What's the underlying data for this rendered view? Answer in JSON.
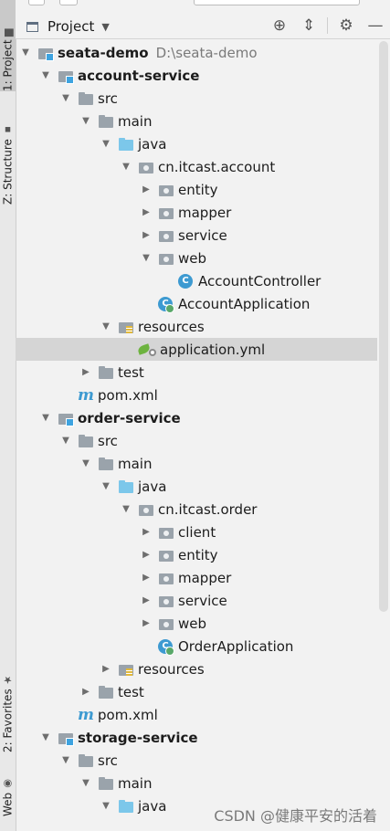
{
  "sidebar": {
    "tabs": [
      {
        "label": "1: Project"
      },
      {
        "label": "Z: Structure"
      },
      {
        "label": "2: Favorites"
      },
      {
        "label": "Web"
      }
    ]
  },
  "toolbar": {
    "project_label": "Project",
    "icons": [
      "crosshair-icon",
      "collapse-icon",
      "gear-icon",
      "minimize-icon"
    ]
  },
  "tree": [
    {
      "label": "seata-demo",
      "extra": "D:\\seata-demo",
      "level": 0,
      "arrow": "down",
      "icon": "module",
      "bold": true
    },
    {
      "label": "account-service",
      "level": 1,
      "arrow": "down",
      "icon": "module",
      "bold": true
    },
    {
      "label": "src",
      "level": 2,
      "arrow": "down",
      "icon": "folder"
    },
    {
      "label": "main",
      "level": 3,
      "arrow": "down",
      "icon": "folder"
    },
    {
      "label": "java",
      "level": 4,
      "arrow": "down",
      "icon": "folder-blue"
    },
    {
      "label": "cn.itcast.account",
      "level": 5,
      "arrow": "down",
      "icon": "package"
    },
    {
      "label": "entity",
      "level": 6,
      "arrow": "right",
      "icon": "package"
    },
    {
      "label": "mapper",
      "level": 6,
      "arrow": "right",
      "icon": "package"
    },
    {
      "label": "service",
      "level": 6,
      "arrow": "right",
      "icon": "package"
    },
    {
      "label": "web",
      "level": 6,
      "arrow": "down",
      "icon": "package"
    },
    {
      "label": "AccountController",
      "level": 7,
      "arrow": "none",
      "icon": "class"
    },
    {
      "label": "AccountApplication",
      "level": 6,
      "arrow": "none",
      "icon": "class-app"
    },
    {
      "label": "resources",
      "level": 4,
      "arrow": "down",
      "icon": "resources"
    },
    {
      "label": "application.yml",
      "level": 5,
      "arrow": "none",
      "icon": "yml",
      "selected": true
    },
    {
      "label": "test",
      "level": 3,
      "arrow": "right",
      "icon": "folder"
    },
    {
      "label": "pom.xml",
      "level": 2,
      "arrow": "none",
      "icon": "maven"
    },
    {
      "label": "order-service",
      "level": 1,
      "arrow": "down",
      "icon": "module",
      "bold": true
    },
    {
      "label": "src",
      "level": 2,
      "arrow": "down",
      "icon": "folder"
    },
    {
      "label": "main",
      "level": 3,
      "arrow": "down",
      "icon": "folder"
    },
    {
      "label": "java",
      "level": 4,
      "arrow": "down",
      "icon": "folder-blue"
    },
    {
      "label": "cn.itcast.order",
      "level": 5,
      "arrow": "down",
      "icon": "package"
    },
    {
      "label": "client",
      "level": 6,
      "arrow": "right",
      "icon": "package"
    },
    {
      "label": "entity",
      "level": 6,
      "arrow": "right",
      "icon": "package"
    },
    {
      "label": "mapper",
      "level": 6,
      "arrow": "right",
      "icon": "package"
    },
    {
      "label": "service",
      "level": 6,
      "arrow": "right",
      "icon": "package"
    },
    {
      "label": "web",
      "level": 6,
      "arrow": "right",
      "icon": "package"
    },
    {
      "label": "OrderApplication",
      "level": 6,
      "arrow": "none",
      "icon": "class-app"
    },
    {
      "label": "resources",
      "level": 4,
      "arrow": "right",
      "icon": "resources"
    },
    {
      "label": "test",
      "level": 3,
      "arrow": "right",
      "icon": "folder"
    },
    {
      "label": "pom.xml",
      "level": 2,
      "arrow": "none",
      "icon": "maven"
    },
    {
      "label": "storage-service",
      "level": 1,
      "arrow": "down",
      "icon": "module",
      "bold": true
    },
    {
      "label": "src",
      "level": 2,
      "arrow": "down",
      "icon": "folder"
    },
    {
      "label": "main",
      "level": 3,
      "arrow": "down",
      "icon": "folder"
    },
    {
      "label": "java",
      "level": 4,
      "arrow": "down",
      "icon": "folder-blue"
    }
  ],
  "watermark": "CSDN @健康平安的活着"
}
